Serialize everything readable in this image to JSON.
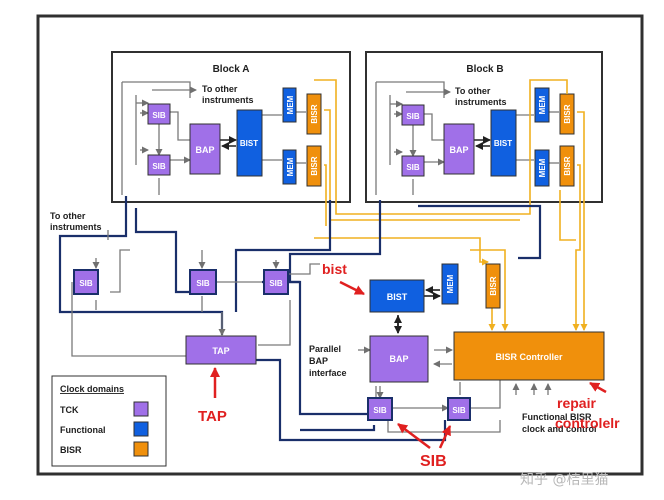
{
  "blocks": {
    "a": {
      "title": "Block A",
      "to_other": [
        "To other",
        "instruments"
      ]
    },
    "b": {
      "title": "Block B",
      "to_other": [
        "To other",
        "instruments"
      ]
    }
  },
  "left_to_other": [
    "To other",
    "instruments"
  ],
  "labels": {
    "sib": "SIB",
    "bap": "BAP",
    "bist": "BIST",
    "mem": "MEM",
    "bisr": "BISR",
    "tap": "TAP",
    "bisr_controller": "BISR Controller"
  },
  "parallel_bap": [
    "Parallel",
    "BAP",
    "interface"
  ],
  "functional_clock": [
    "Functional BISR",
    "clock and control"
  ],
  "legend": {
    "title": "Clock domains",
    "items": [
      {
        "label": "TCK",
        "color": "#a070e8"
      },
      {
        "label": "Functional",
        "color": "#1060e0"
      },
      {
        "label": "BISR",
        "color": "#f0900c"
      }
    ]
  },
  "annotations": {
    "bist": "bist",
    "tap": "TAP",
    "sib": "SIB",
    "repair": [
      "repair",
      "controlelr"
    ]
  },
  "watermark": "知乎 @桔里猫",
  "colors": {
    "tck": "#a070e8",
    "functional": "#1060e0",
    "bisr": "#f0900c",
    "annotation": "#e02020",
    "navy": "#1a2f6a",
    "gold": "#f0b020"
  }
}
